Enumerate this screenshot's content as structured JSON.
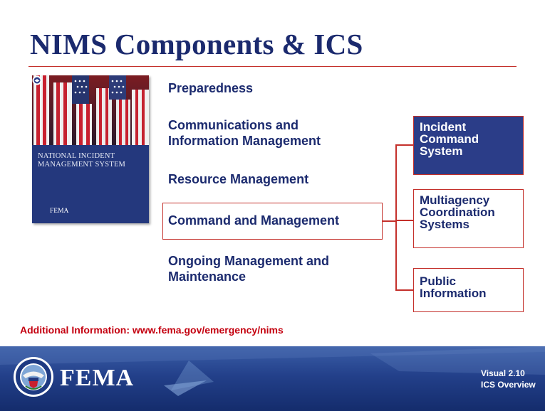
{
  "slide": {
    "title": "NIMS Components & ICS",
    "cover": {
      "title": "National Incident Management System",
      "logo_text": "FEMA",
      "logo_icon": "fema-seal-icon"
    },
    "components": [
      "Preparedness",
      "Communications and\nInformation Management",
      "Resource Management",
      "Command and Management",
      "Ongoing Management and\nMaintenance"
    ],
    "highlighted_component": "Command and Management",
    "ics_subcomponents": [
      {
        "lines": [
          "Incident",
          "Command",
          "System"
        ],
        "highlighted": true
      },
      {
        "lines": [
          "Multiagency",
          "Coordination",
          "Systems"
        ],
        "highlighted": false
      },
      {
        "lines": [
          "Public",
          "Information"
        ],
        "highlighted": false
      }
    ],
    "additional_info": "Additional Information: www.fema.gov/emergency/nims"
  },
  "footer": {
    "agency": "FEMA",
    "seal_icon": "dhs-seal-icon",
    "visual_number": "Visual 2.10",
    "course": "ICS Overview"
  },
  "colors": {
    "navy": "#1b2a6e",
    "accent_red": "#c4302b",
    "highlight_fill": "#2b3d88",
    "additional_text": "#c4000f",
    "footer_blue": "#23408a"
  }
}
